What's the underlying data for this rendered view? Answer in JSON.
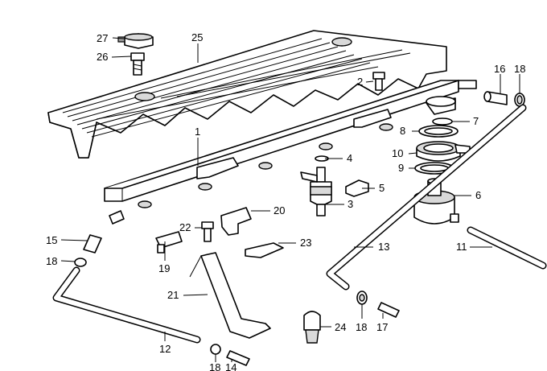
{
  "parts": [
    {
      "id": "p27",
      "label": "27"
    },
    {
      "id": "p25",
      "label": "25"
    },
    {
      "id": "p26",
      "label": "26"
    },
    {
      "id": "p2",
      "label": "2"
    },
    {
      "id": "p16",
      "label": "16"
    },
    {
      "id": "p18a",
      "label": "18"
    },
    {
      "id": "p7",
      "label": "7"
    },
    {
      "id": "p8",
      "label": "8"
    },
    {
      "id": "p1",
      "label": "1"
    },
    {
      "id": "p4",
      "label": "4"
    },
    {
      "id": "p10",
      "label": "10"
    },
    {
      "id": "p9",
      "label": "9"
    },
    {
      "id": "p5",
      "label": "5"
    },
    {
      "id": "p6",
      "label": "6"
    },
    {
      "id": "p20",
      "label": "20"
    },
    {
      "id": "p3",
      "label": "3"
    },
    {
      "id": "p22",
      "label": "22"
    },
    {
      "id": "p15",
      "label": "15"
    },
    {
      "id": "p23",
      "label": "23"
    },
    {
      "id": "p13",
      "label": "13"
    },
    {
      "id": "p11",
      "label": "11"
    },
    {
      "id": "p18b",
      "label": "18"
    },
    {
      "id": "p19",
      "label": "19"
    },
    {
      "id": "p21",
      "label": "21"
    },
    {
      "id": "p24",
      "label": "24"
    },
    {
      "id": "p18c",
      "label": "18"
    },
    {
      "id": "p17",
      "label": "17"
    },
    {
      "id": "p12",
      "label": "12"
    },
    {
      "id": "p18d",
      "label": "18"
    },
    {
      "id": "p14",
      "label": "14"
    }
  ]
}
